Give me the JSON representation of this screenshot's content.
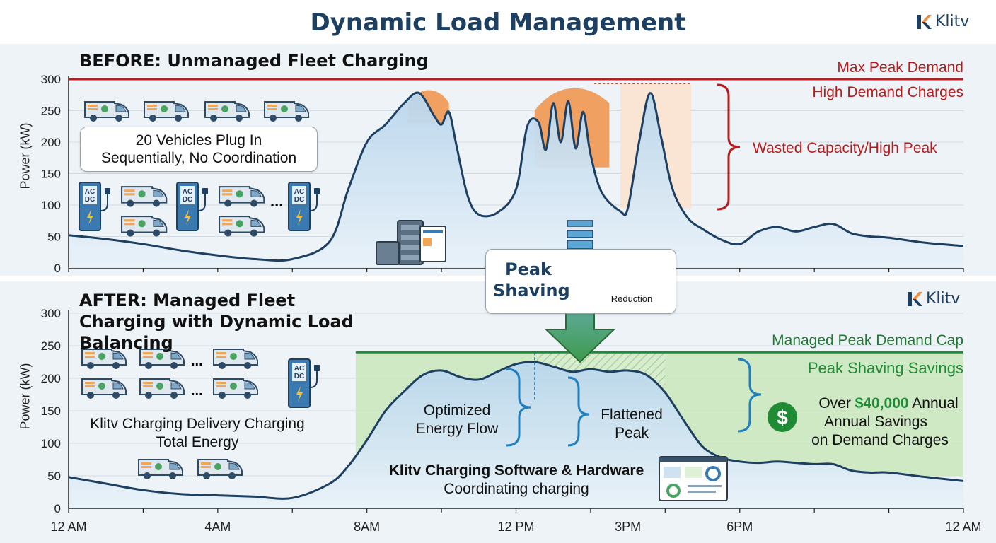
{
  "title": "Dynamic Load Management",
  "brand": {
    "name": "Klitv"
  },
  "colors": {
    "max_line": "#b71c1c",
    "cap_line": "#1f8b35",
    "curve": "#1d3f62",
    "fill": "#cfe2f0",
    "peak_excess": "#f0a060",
    "savings": "#c8e6b8"
  },
  "chart_data": [
    {
      "type": "area",
      "title": "BEFORE: Unmanaged Fleet Charging",
      "ylabel": "Power (kW)",
      "xlabel": "",
      "ylim": [
        0,
        300
      ],
      "yticks": [
        0,
        50,
        100,
        150,
        200,
        250,
        300
      ],
      "x_unit": "hour of day",
      "series": [
        {
          "values": [
            [
              0,
              52
            ],
            [
              1,
              46
            ],
            [
              2,
              38
            ],
            [
              3,
              28
            ],
            [
              4,
              20
            ],
            [
              5,
              14
            ],
            [
              6,
              14
            ],
            [
              7,
              42
            ],
            [
              7.5,
              125
            ],
            [
              8,
              200
            ],
            [
              8.5,
              228
            ],
            [
              9,
              262
            ],
            [
              9.4,
              278
            ],
            [
              9.8,
              242
            ],
            [
              10,
              228
            ],
            [
              10.2,
              248
            ],
            [
              10.4,
              195
            ],
            [
              10.7,
              115
            ],
            [
              11,
              85
            ],
            [
              11.5,
              88
            ],
            [
              12,
              125
            ],
            [
              12.3,
              225
            ],
            [
              12.6,
              232
            ],
            [
              12.8,
              188
            ],
            [
              13,
              262
            ],
            [
              13.2,
              200
            ],
            [
              13.4,
              265
            ],
            [
              13.6,
              190
            ],
            [
              13.8,
              248
            ],
            [
              14,
              180
            ],
            [
              14.3,
              120
            ],
            [
              14.8,
              90
            ],
            [
              15,
              95
            ],
            [
              15.3,
              200
            ],
            [
              15.6,
              278
            ],
            [
              15.9,
              205
            ],
            [
              16.2,
              125
            ],
            [
              16.6,
              80
            ],
            [
              17,
              62
            ],
            [
              17.5,
              45
            ],
            [
              18,
              38
            ],
            [
              18.5,
              58
            ],
            [
              19,
              65
            ],
            [
              19.5,
              58
            ],
            [
              20,
              65
            ],
            [
              20.5,
              70
            ],
            [
              21,
              55
            ],
            [
              21.5,
              50
            ],
            [
              22,
              48
            ],
            [
              23,
              40
            ],
            [
              24,
              35
            ]
          ]
        }
      ],
      "reference_lines": [
        {
          "y": 300,
          "label": "Max Peak Demand"
        }
      ],
      "annotations": [
        "High Demand Charges",
        "Wasted Capacity/High Peak"
      ],
      "peak_excess_regions": [
        [
          9.1,
          10.2
        ],
        [
          13,
          14.6
        ]
      ]
    },
    {
      "type": "area",
      "title": "AFTER: Managed Fleet Charging with Dynamic Load Balancing",
      "ylabel": "Power (kW)",
      "xlabel": "",
      "ylim": [
        0,
        300
      ],
      "yticks": [
        0,
        50,
        100,
        150,
        200,
        250,
        300
      ],
      "xticks": [
        "12 AM",
        "4AM",
        "8AM",
        "12 PM",
        "3PM",
        "6PM",
        "12 AM"
      ],
      "xtick_hours": [
        0,
        4,
        8,
        12,
        15,
        18,
        24
      ],
      "x_unit": "hour of day",
      "series": [
        {
          "values": [
            [
              0,
              48
            ],
            [
              1,
              38
            ],
            [
              2,
              28
            ],
            [
              3,
              22
            ],
            [
              4,
              20
            ],
            [
              5,
              18
            ],
            [
              6,
              16
            ],
            [
              7,
              38
            ],
            [
              7.5,
              65
            ],
            [
              8,
              105
            ],
            [
              8.5,
              150
            ],
            [
              9,
              180
            ],
            [
              9.5,
              205
            ],
            [
              10,
              212
            ],
            [
              10.5,
              202
            ],
            [
              11,
              198
            ],
            [
              11.5,
              210
            ],
            [
              12,
              222
            ],
            [
              12.5,
              225
            ],
            [
              13,
              218
            ],
            [
              13.5,
              210
            ],
            [
              14,
              214
            ],
            [
              14.5,
              210
            ],
            [
              15,
              212
            ],
            [
              15.5,
              205
            ],
            [
              16,
              178
            ],
            [
              16.5,
              135
            ],
            [
              17,
              95
            ],
            [
              17.5,
              78
            ],
            [
              18,
              72
            ],
            [
              18.5,
              70
            ],
            [
              19,
              72
            ],
            [
              19.5,
              70
            ],
            [
              20,
              68
            ],
            [
              20.5,
              68
            ],
            [
              21,
              58
            ],
            [
              21.5,
              55
            ],
            [
              22,
              55
            ],
            [
              23,
              48
            ],
            [
              24,
              42
            ]
          ]
        }
      ],
      "reference_lines": [
        {
          "y": 240,
          "label": "Managed Peak Demand Cap"
        }
      ],
      "savings_region": [
        7.7,
        24
      ],
      "annotations": [
        "Peak Shaving Savings",
        "Optimized Energy Flow",
        "Flattened Peak"
      ]
    }
  ],
  "before_panel": {
    "note_box_line1": "20 Vehicles Plug In",
    "note_box_line2": "Sequentially, No Coordination",
    "ellipsis": "..."
  },
  "peak_shaving": {
    "label_line1": "Peak",
    "label_line2": "Shaving",
    "gauge_label": "Reduction"
  },
  "after_panel": {
    "energy_line1": "Klitv Charging Delivery Charging",
    "energy_line2": "Total Energy",
    "ellipsis": "...",
    "savings_prefix": "Over ",
    "savings_value": "$40,000",
    "savings_suffix": " Annual",
    "savings_line2": "Annual Savings",
    "savings_line3": "on Demand Charges",
    "software_line1": "Klitv Charging Software & Hardware",
    "software_line2": "Coordinating charging"
  },
  "icons": {
    "van": "delivery-van-icon",
    "charger": "ac-dc-charger-icon",
    "server": "server-rack-icon",
    "gauge": "gauge-icon",
    "dollar": "dollar-coin-icon",
    "dashboard": "dashboard-screen-icon",
    "arrow": "down-arrow-icon"
  }
}
